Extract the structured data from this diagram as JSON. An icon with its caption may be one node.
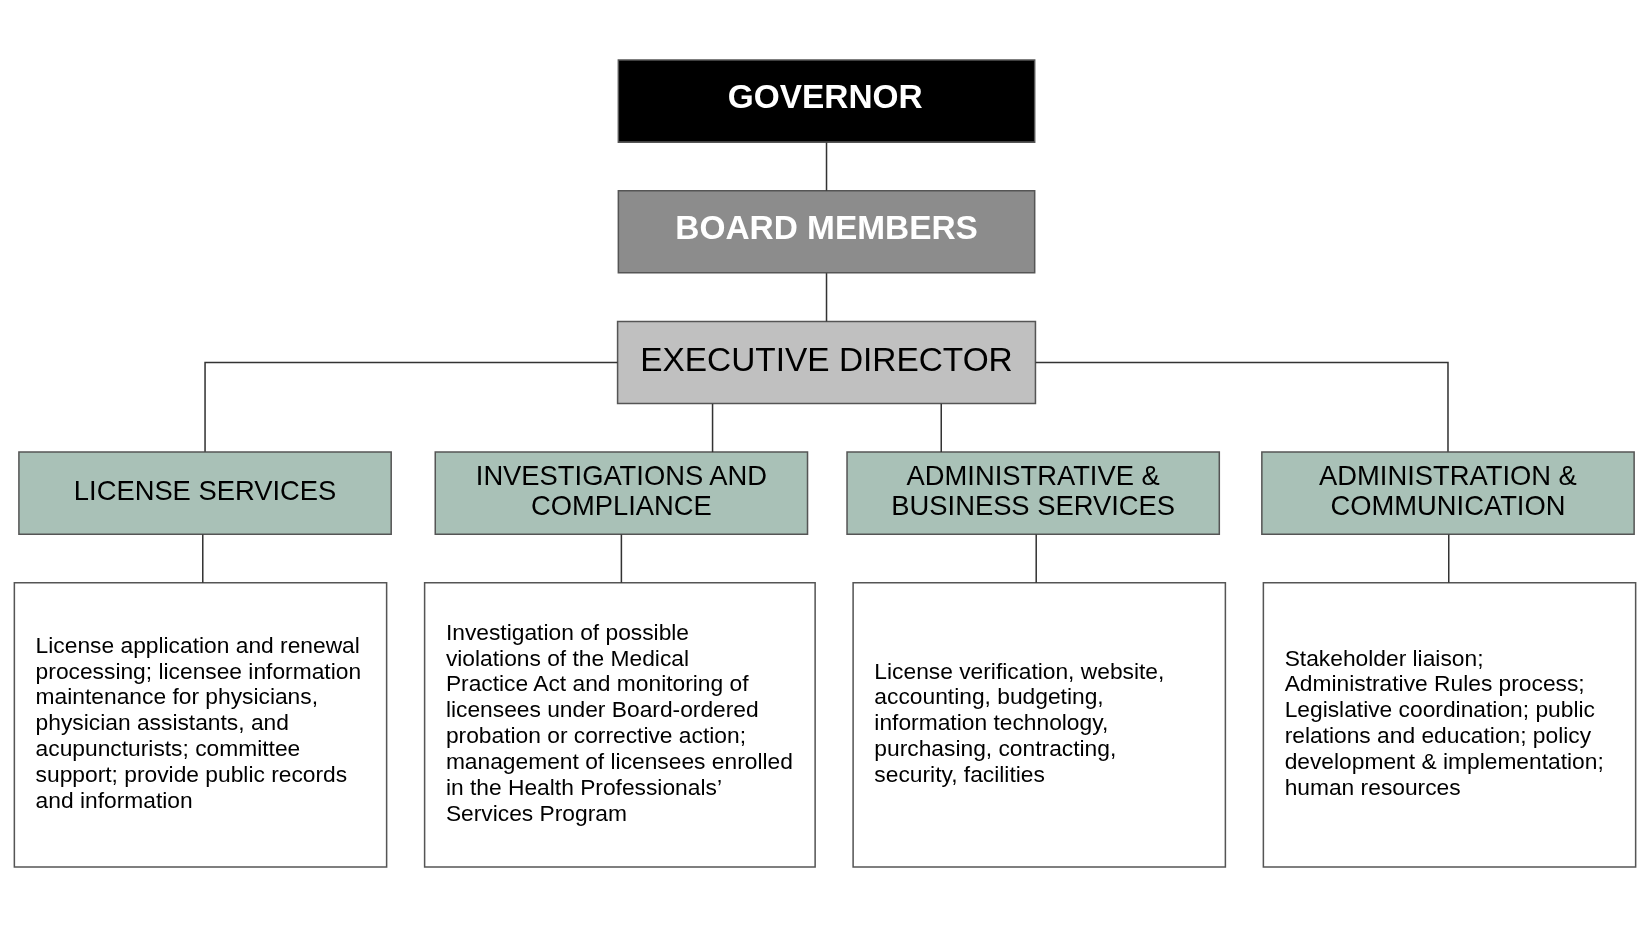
{
  "diagram": {
    "nodes": [
      {
        "text": [
          "GOVERNOR"
        ]
      },
      {
        "text": [
          "BOARD MEMBERS"
        ]
      },
      {
        "text": [
          "EXECUTIVE DIRECTOR"
        ]
      },
      {
        "text": [
          "LICENSE SERVICES"
        ]
      },
      {
        "text": [
          "INVESTIGATIONS AND COMPLIANCE"
        ]
      },
      {
        "text": [
          "ADMINISTRATIVE & BUSINESS SERVICES"
        ]
      },
      {
        "text": [
          "ADMINISTRATION & COMMUNICATION"
        ]
      },
      {
        "text": [
          "License application and renewal processing; licensee information maintenance for physicians, physician assistants, and acupuncturists; committee support; provide public records and information"
        ]
      },
      {
        "text": [
          "Investigation of possible violations of the Medical Practice Act and monitoring of licensees under Board-ordered probation or corrective action; management of licensees enrolled in the Health Professionals’ Services Program"
        ]
      },
      {
        "text": [
          "License verification, website, accounting, budgeting, information technology, purchasing, contracting, security, facilities"
        ]
      },
      {
        "text": [
          "Stakeholder liaison; Administrative Rules process; Legislative coordination; public relations and education; policy development & implementation; human resources"
        ]
      }
    ],
    "edges": [
      {
        "from": 0,
        "to": 1,
        "arrow": "none"
      },
      {
        "from": 1,
        "to": 2,
        "arrow": "none"
      },
      {
        "from": 2,
        "to": 3,
        "arrow": "none"
      },
      {
        "from": 2,
        "to": 4,
        "arrow": "none"
      },
      {
        "from": 2,
        "to": 5,
        "arrow": "none"
      },
      {
        "from": 2,
        "to": 6,
        "arrow": "none"
      },
      {
        "from": 3,
        "to": 7,
        "arrow": "none"
      },
      {
        "from": 4,
        "to": 8,
        "arrow": "none"
      },
      {
        "from": 5,
        "to": 9,
        "arrow": "none"
      },
      {
        "from": 6,
        "to": 10,
        "arrow": "none"
      }
    ]
  }
}
